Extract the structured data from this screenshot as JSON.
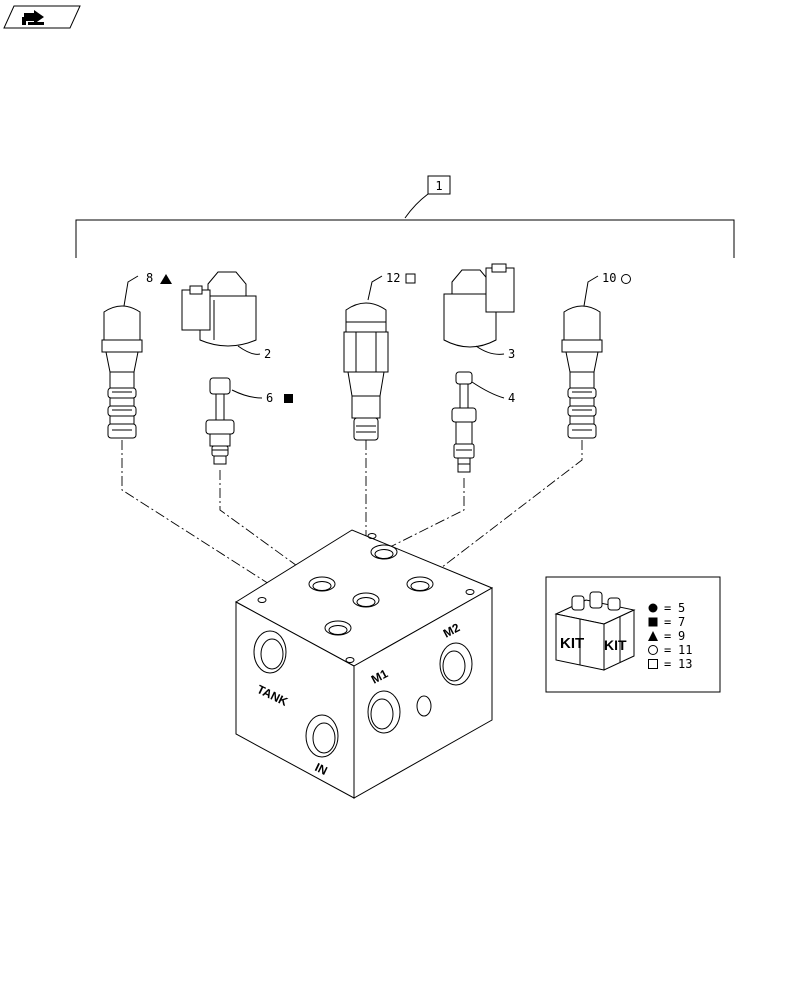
{
  "header": {
    "nav_icon": "next-page-arrow-icon"
  },
  "assembly": {
    "callout": "1"
  },
  "parts": [
    {
      "id": "p8",
      "label": "8",
      "symbol": "triangle-filled"
    },
    {
      "id": "p2",
      "label": "2",
      "symbol": ""
    },
    {
      "id": "p6",
      "label": "6",
      "symbol": "square-filled"
    },
    {
      "id": "p12",
      "label": "12",
      "symbol": "square-open"
    },
    {
      "id": "p3",
      "label": "3",
      "symbol": ""
    },
    {
      "id": "p4",
      "label": "4",
      "symbol": ""
    },
    {
      "id": "p10",
      "label": "10",
      "symbol": "circle-open"
    }
  ],
  "block": {
    "ports": {
      "tank": "TANK",
      "in": "IN",
      "m1": "M1",
      "m2": "M2"
    }
  },
  "kit_legend": {
    "box_text_left": "KIT",
    "box_text_right": "KIT",
    "entries": [
      {
        "symbol": "circle-filled",
        "eq": "=",
        "value": "5"
      },
      {
        "symbol": "square-filled",
        "eq": "=",
        "value": "7"
      },
      {
        "symbol": "triangle-filled",
        "eq": "=",
        "value": "9"
      },
      {
        "symbol": "circle-open",
        "eq": "=",
        "value": "11"
      },
      {
        "symbol": "square-open",
        "eq": "=",
        "value": "13"
      }
    ]
  }
}
